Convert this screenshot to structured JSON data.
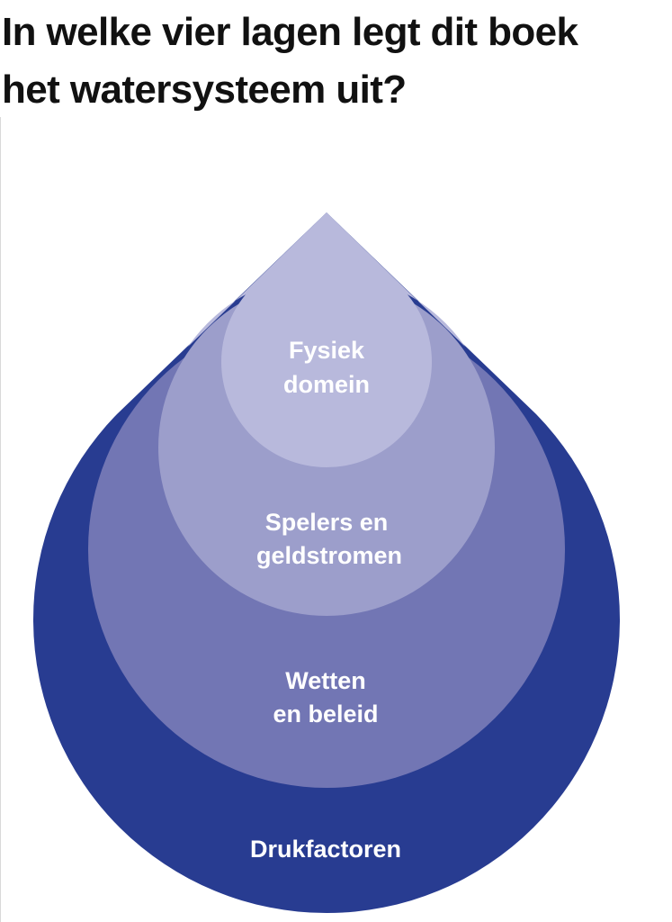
{
  "title": {
    "line1": "In welke vier lagen legt dit boek",
    "line2": "het watersysteem uit?"
  },
  "layers": [
    {
      "line1": "Fysiek",
      "line2": "domein",
      "color": "#b8b9dc"
    },
    {
      "line1": "Spelers en",
      "line2": "geldstromen",
      "color": "#9c9ecb"
    },
    {
      "line1": "Wetten",
      "line2": "en beleid",
      "color": "#7276b4"
    },
    {
      "line1": "Drukfactoren",
      "color": "#283c91"
    }
  ]
}
